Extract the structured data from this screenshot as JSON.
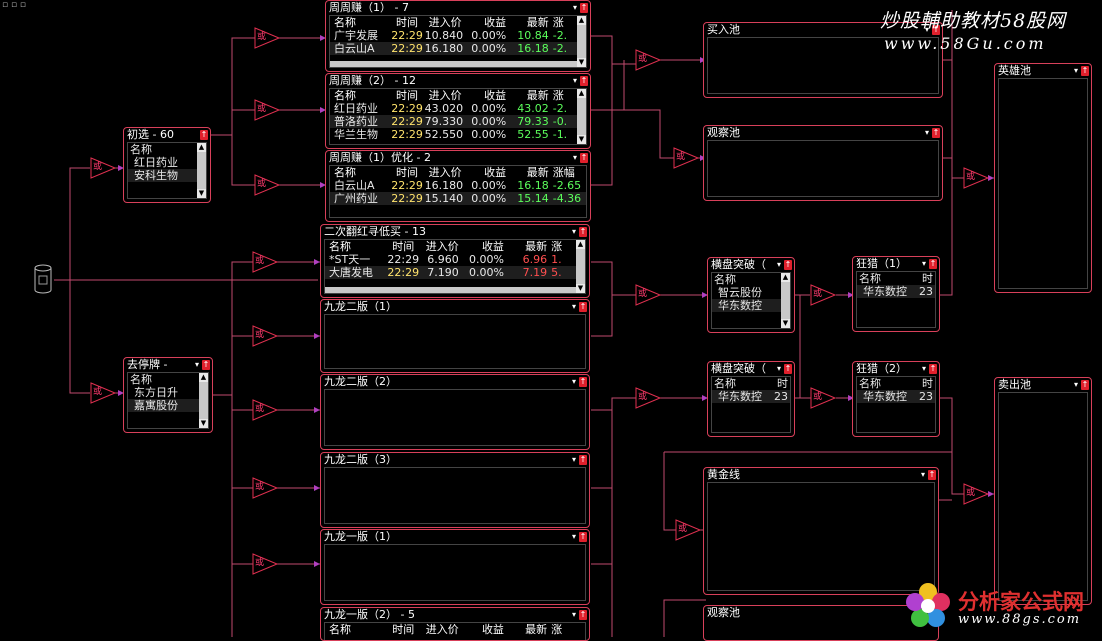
{
  "top_mark": "▫ ▫ ▫",
  "gate_label": "或",
  "watermarks": {
    "line1": "炒股輔助教材58股网",
    "line2": "www.58Gu.com",
    "logo_text": "分析家公式网",
    "logo_url": "www.88gs.com"
  },
  "colors": {
    "border": "#d8405a",
    "wire": "#c04a6e",
    "wire_purple": "#b040c0",
    "up_arrow": "#e0202c"
  },
  "columns": {
    "name": "名称",
    "time": "时间",
    "price": "进入价",
    "ret": "收益",
    "last": "最新",
    "more": "涨"
  },
  "panels": {
    "chuxuan": {
      "title": "初选 - 60",
      "header": "名称",
      "items": [
        "红日药业",
        "安科生物"
      ]
    },
    "qutingpai": {
      "title": "去停牌 -",
      "header": "名称",
      "items": [
        "东方日升",
        "嘉寓股份"
      ]
    },
    "zzz1": {
      "title": "周周赚（1） - 7",
      "rows": [
        {
          "name": "广宇发展",
          "time": "22:29",
          "price": "10.840",
          "ret": "0.00%",
          "last": "10.84",
          "more": "-2."
        },
        {
          "name": "白云山A",
          "time": "22:29",
          "price": "16.180",
          "ret": "0.00%",
          "last": "16.18",
          "more": "-2."
        }
      ]
    },
    "zzz2": {
      "title": "周周赚（2） - 12",
      "rows": [
        {
          "name": "红日药业",
          "time": "22:29",
          "price": "43.020",
          "ret": "0.00%",
          "last": "43.02",
          "more": "-2."
        },
        {
          "name": "普洛药业",
          "time": "22:29",
          "price": "79.330",
          "ret": "0.00%",
          "last": "79.33",
          "more": "-0."
        },
        {
          "name": "华兰生物",
          "time": "22:29",
          "price": "52.550",
          "ret": "0.00%",
          "last": "52.55",
          "more": "-1."
        }
      ]
    },
    "zzz1yh": {
      "title": "周周赚（1）优化 - 2",
      "more_header": "涨幅",
      "rows": [
        {
          "name": "白云山A",
          "time": "22:29",
          "price": "16.180",
          "ret": "0.00%",
          "last": "16.18",
          "more": "-2.65"
        },
        {
          "name": "广州药业",
          "time": "22:29",
          "price": "15.140",
          "ret": "0.00%",
          "last": "15.14",
          "more": "-4.36"
        }
      ]
    },
    "ercifanhong": {
      "title": "二次翻红寻低买 - 13",
      "rows": [
        {
          "name": "*ST天一",
          "time": "22:29",
          "price": "6.960",
          "ret": "0.00%",
          "last": "6.96",
          "more": "1."
        },
        {
          "name": "大唐发电",
          "time": "22:29",
          "price": "7.190",
          "ret": "0.00%",
          "last": "7.19",
          "more": "5."
        }
      ]
    },
    "jl2b1": {
      "title": "九龙二版（1）"
    },
    "jl2b2": {
      "title": "九龙二版（2）"
    },
    "jl2b3": {
      "title": "九龙二版（3）"
    },
    "jl1b1": {
      "title": "九龙一版（1）"
    },
    "jl1b2": {
      "title": "九龙一版（2） - 5"
    },
    "mairu": {
      "title": "买入池"
    },
    "guancha1": {
      "title": "观察池"
    },
    "guancha2": {
      "title": "观察池"
    },
    "hengpan1": {
      "title": "横盘突破（",
      "header": "名称",
      "items": [
        "智云股份",
        "华东数控"
      ]
    },
    "hengpan2": {
      "title": "横盘突破（",
      "header": "名称",
      "items": [
        "华东数控"
      ],
      "extra": "23",
      "extra_header": "时"
    },
    "kuangmie1": {
      "title": "狂猎（1）",
      "header": "名称",
      "items": [
        "华东数控"
      ],
      "extra": "23",
      "extra_header": "时"
    },
    "kuangmie2": {
      "title": "狂猎（2）",
      "header": "名称",
      "items": [
        "华东数控"
      ],
      "extra": "23",
      "extra_header": "时"
    },
    "huangjin": {
      "title": "黄金线"
    },
    "yingxiong": {
      "title": "英雄池"
    },
    "maichu": {
      "title": "卖出池"
    }
  }
}
